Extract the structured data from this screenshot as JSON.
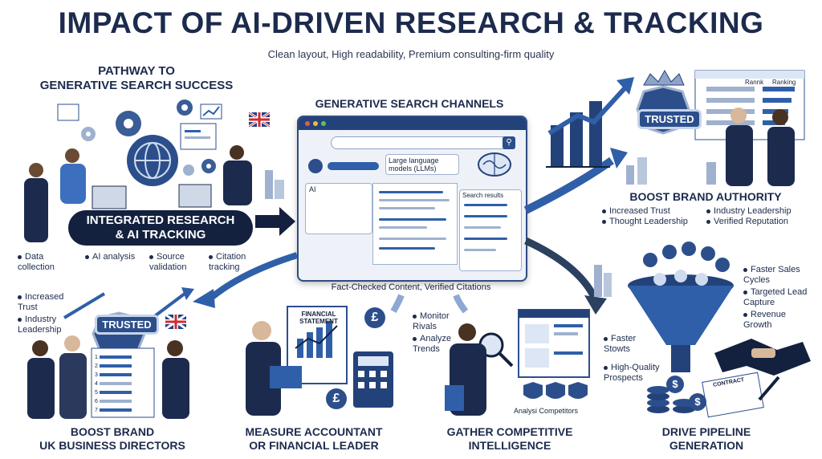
{
  "header": {
    "title": "IMPACT OF AI-DRIVEN RESEARCH & TRACKING",
    "subtitle": "Clean layout, High readability, Premium consulting-firm quality"
  },
  "pathway": {
    "title_line1": "PATHWAY TO",
    "title_line2": "GENERATIVE SEARCH SUCCESS",
    "banner_line1": "INTEGRATED RESEARCH",
    "banner_line2": "& AI TRACKING",
    "bullets": [
      "Data collection",
      "AI analysis",
      "Source validation",
      "Citation tracking"
    ]
  },
  "channels": {
    "title": "GENERATIVE SEARCH CHANNELS",
    "llm_label": "Large language models (LLMs)",
    "ai_label": "AI",
    "results_label": "Search results",
    "caption": "Fact-Checked Content, Verified Citations"
  },
  "authority": {
    "title": "BOOST BRAND AUTHORITY",
    "badge": "TRUSTED",
    "rank_header1": "Rannk",
    "rank_header2": "Ranking",
    "bullets": [
      "Increased Trust",
      "Industry Leadership",
      "Thought Leadership",
      "Verified Reputation"
    ]
  },
  "uk": {
    "title_line1": "BOOST BRAND",
    "title_line2": "UK BUSINESS DIRECTORS",
    "badge": "TRUSTED",
    "bullets": [
      "Increased Trust",
      "Industry Leadership"
    ],
    "rows": [
      "1",
      "2",
      "3",
      "4",
      "5",
      "6",
      "7"
    ]
  },
  "accountant": {
    "title_line1": "MEASURE ACCOUNTANT",
    "title_line2": "OR FINANCIAL LEADER",
    "statement": "FINANCIAL STATEMENT",
    "currency": "£"
  },
  "competitive": {
    "title_line1": "GATHER COMPETITIVE",
    "title_line2": "INTELLIGENCE",
    "bullets": [
      "Monitor Rivals",
      "Analyze Trends"
    ],
    "caption": "Analysi Competitors"
  },
  "pipeline": {
    "title_line1": "DRIVE PIPELINE",
    "title_line2": "GENERATION",
    "bullets_right": [
      "Faster Sales Cycles",
      "Targeted Lead Capture",
      "Revenue Growth"
    ],
    "bullets_left": [
      "Faster Stowts",
      "High-Quality Prospects"
    ],
    "contract": "CONTRACT",
    "currency": "$"
  },
  "colors": {
    "navy": "#13213f",
    "accent_blue": "#2f5fa8",
    "badge_blue": "#2c4f8c"
  },
  "icons": [
    "gear-icon",
    "globe-icon",
    "uk-flag-icon",
    "brain-icon",
    "search-icon",
    "crown-icon",
    "funnel-icon",
    "handshake-icon",
    "calculator-icon",
    "magnifier-icon",
    "shield-icon",
    "pound-coin-icon",
    "dollar-coin-icon"
  ]
}
